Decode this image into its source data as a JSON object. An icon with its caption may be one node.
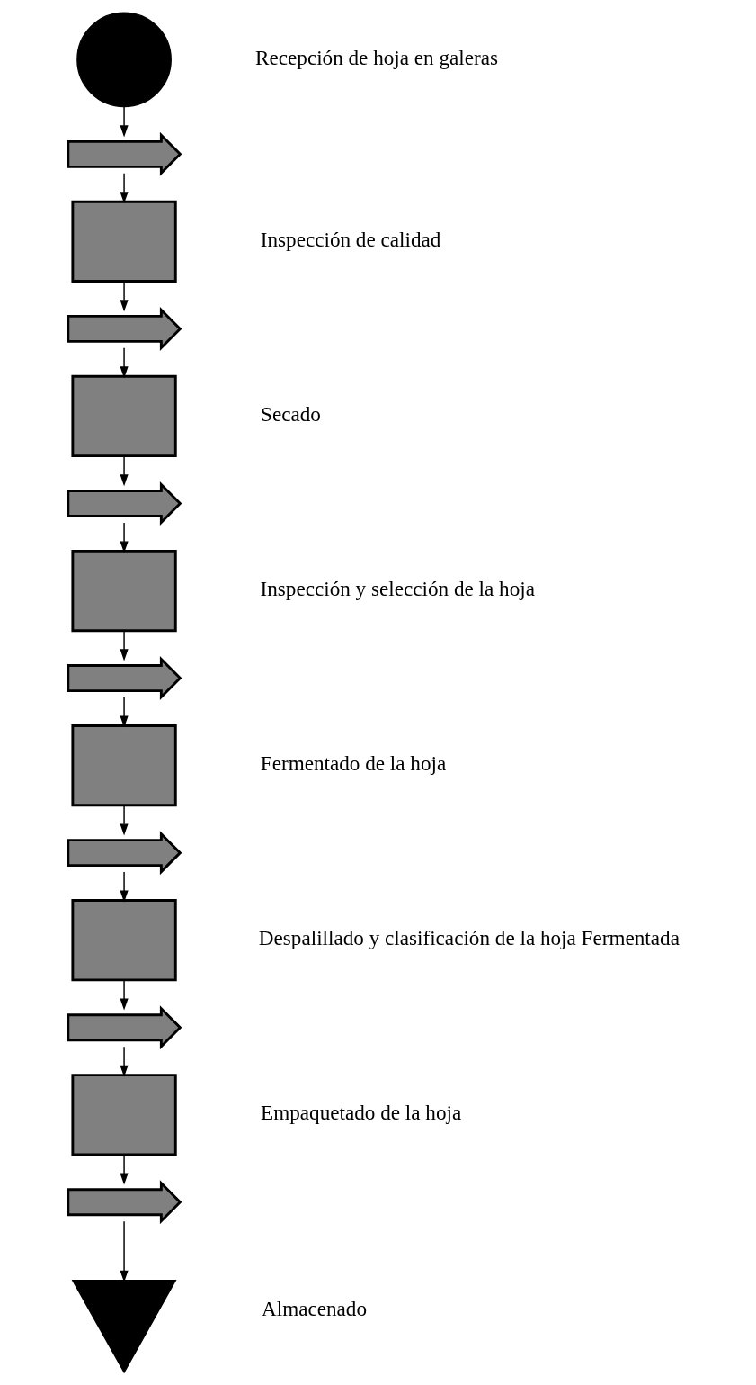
{
  "diagram": {
    "nodes": [
      {
        "text": [],
        "shape": "circle",
        "beside": [
          "Recepción de hoja en galeras"
        ]
      },
      {
        "text": [],
        "shape": "arrow"
      },
      {
        "text": [],
        "shape": "box",
        "beside": [
          "Inspección de calidad"
        ]
      },
      {
        "text": [],
        "shape": "arrow"
      },
      {
        "text": [],
        "shape": "box",
        "beside": [
          "Secado"
        ]
      },
      {
        "text": [],
        "shape": "arrow"
      },
      {
        "text": [],
        "shape": "box",
        "beside": [
          "Inspección y selección de la hoja"
        ]
      },
      {
        "text": [],
        "shape": "arrow"
      },
      {
        "text": [],
        "shape": "box",
        "beside": [
          "Fermentado de la hoja"
        ]
      },
      {
        "text": [],
        "shape": "arrow"
      },
      {
        "text": [],
        "shape": "box",
        "beside": [
          "Despalillado y clasificación de la hoja Fermentada"
        ]
      },
      {
        "text": [],
        "shape": "arrow"
      },
      {
        "text": [],
        "shape": "box",
        "beside": [
          "Empaquetado de la hoja"
        ]
      },
      {
        "text": [],
        "shape": "arrow"
      },
      {
        "text": [],
        "shape": "triangle",
        "beside": [
          "Almacenado"
        ]
      }
    ],
    "edges": [
      {
        "from": 0,
        "to": 1,
        "arrow": "to"
      },
      {
        "from": 1,
        "to": 2,
        "arrow": "to"
      },
      {
        "from": 2,
        "to": 3,
        "arrow": "to"
      },
      {
        "from": 3,
        "to": 4,
        "arrow": "to"
      },
      {
        "from": 4,
        "to": 5,
        "arrow": "to"
      },
      {
        "from": 5,
        "to": 6,
        "arrow": "to"
      },
      {
        "from": 6,
        "to": 7,
        "arrow": "to"
      },
      {
        "from": 7,
        "to": 8,
        "arrow": "to"
      },
      {
        "from": 8,
        "to": 9,
        "arrow": "to"
      },
      {
        "from": 9,
        "to": 10,
        "arrow": "to"
      },
      {
        "from": 10,
        "to": 11,
        "arrow": "to"
      },
      {
        "from": 11,
        "to": 12,
        "arrow": "to"
      },
      {
        "from": 12,
        "to": 13,
        "arrow": "to"
      },
      {
        "from": 13,
        "to": 14,
        "arrow": "to"
      }
    ]
  }
}
